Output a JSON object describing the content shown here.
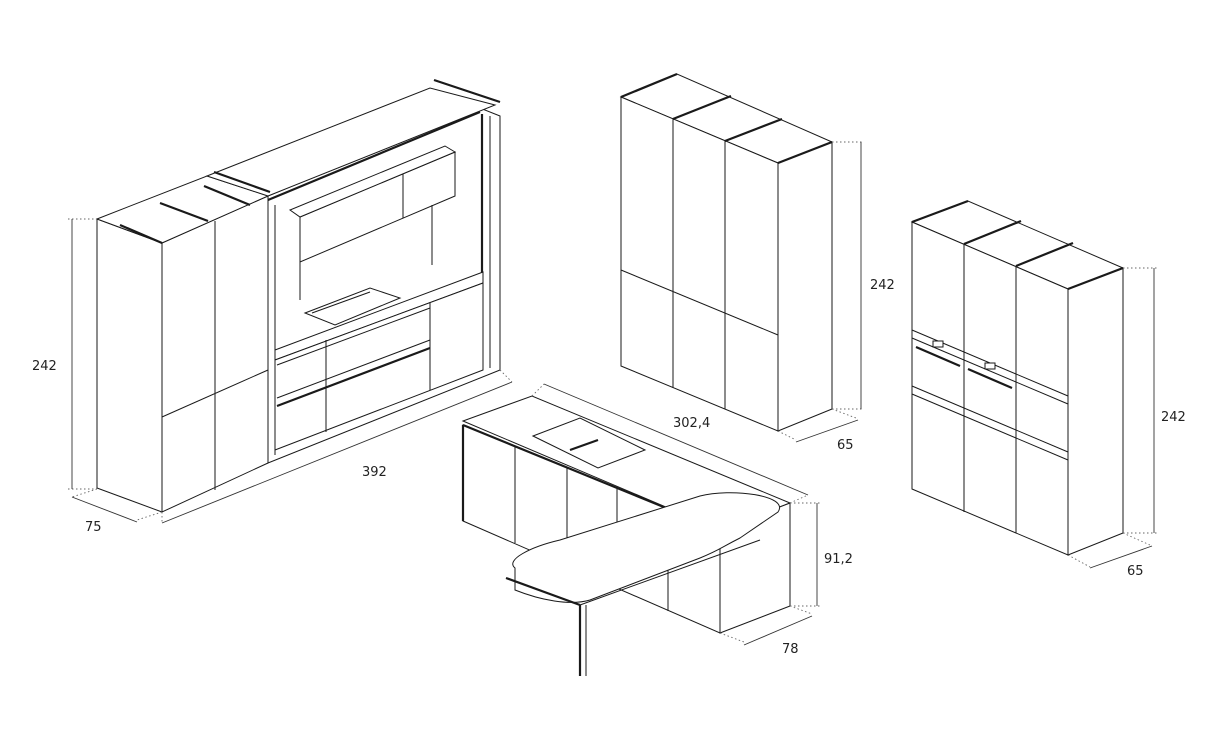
{
  "dimensions": {
    "tall_left_height": "242",
    "tall_left_depth": "75",
    "left_run_width": "392",
    "island_length": "302,4",
    "island_height": "91,2",
    "island_depth": "78",
    "center_tall_height": "242",
    "center_tall_depth": "65",
    "right_tall_height": "242",
    "right_tall_depth": "65"
  }
}
